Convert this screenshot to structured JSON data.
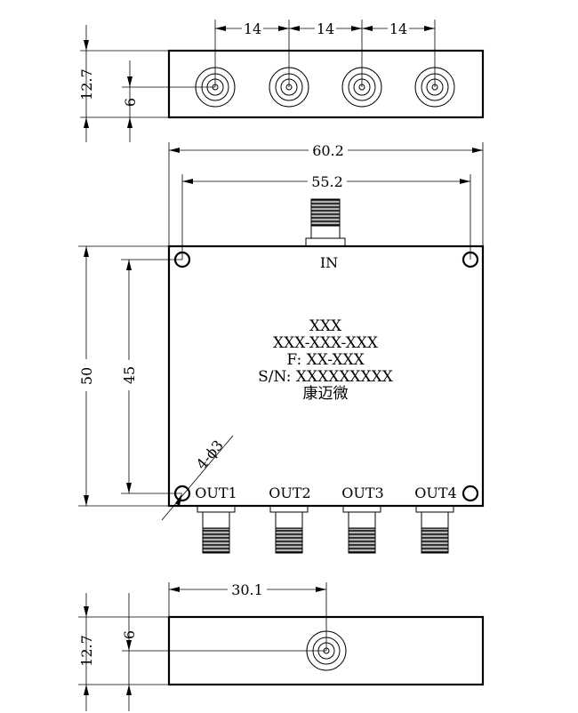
{
  "top_view": {
    "dim_pitch": [
      "14",
      "14",
      "14"
    ],
    "dim_height": "12.7",
    "dim_center": "6"
  },
  "main_view": {
    "dim_total_width": "60.2",
    "dim_hole_spacing_x": "55.2",
    "dim_total_height": "50",
    "dim_hole_spacing_y": "45",
    "hole_callout": "4-ϕ3",
    "input_label": "IN",
    "output_labels": [
      "OUT1",
      "OUT2",
      "OUT3",
      "OUT4"
    ],
    "nameplate": {
      "line1": "XXX",
      "line2": "XXX-XXX-XXX",
      "line3": "F: XX-XXX",
      "line4": "S/N: XXXXXXXXX",
      "line5": "康迈微"
    }
  },
  "bottom_view": {
    "dim_offset": "30.1",
    "dim_height": "12.7",
    "dim_center": "6"
  }
}
